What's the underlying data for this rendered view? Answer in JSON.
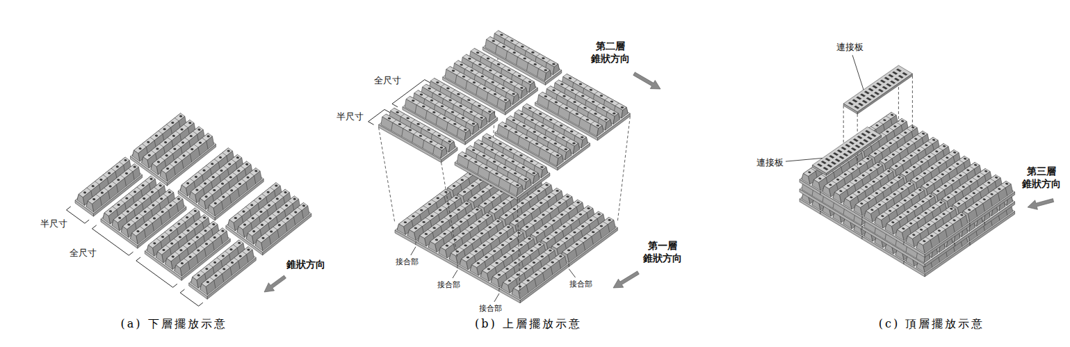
{
  "diagram": {
    "labels": [
      "半尺寸",
      "全尺寸",
      "錐狀方向",
      "(a) 下層擺放示意",
      "全尺寸",
      "第二層 錐狀方向",
      "半尺寸",
      "第一層 錐狀方向",
      "接合部",
      "接合部",
      "接合部",
      "接合部",
      "(b) 上層擺放示意",
      "連接板",
      "連接板",
      "第三層 錐狀方向",
      "(c) 頂層擺放示意"
    ]
  }
}
